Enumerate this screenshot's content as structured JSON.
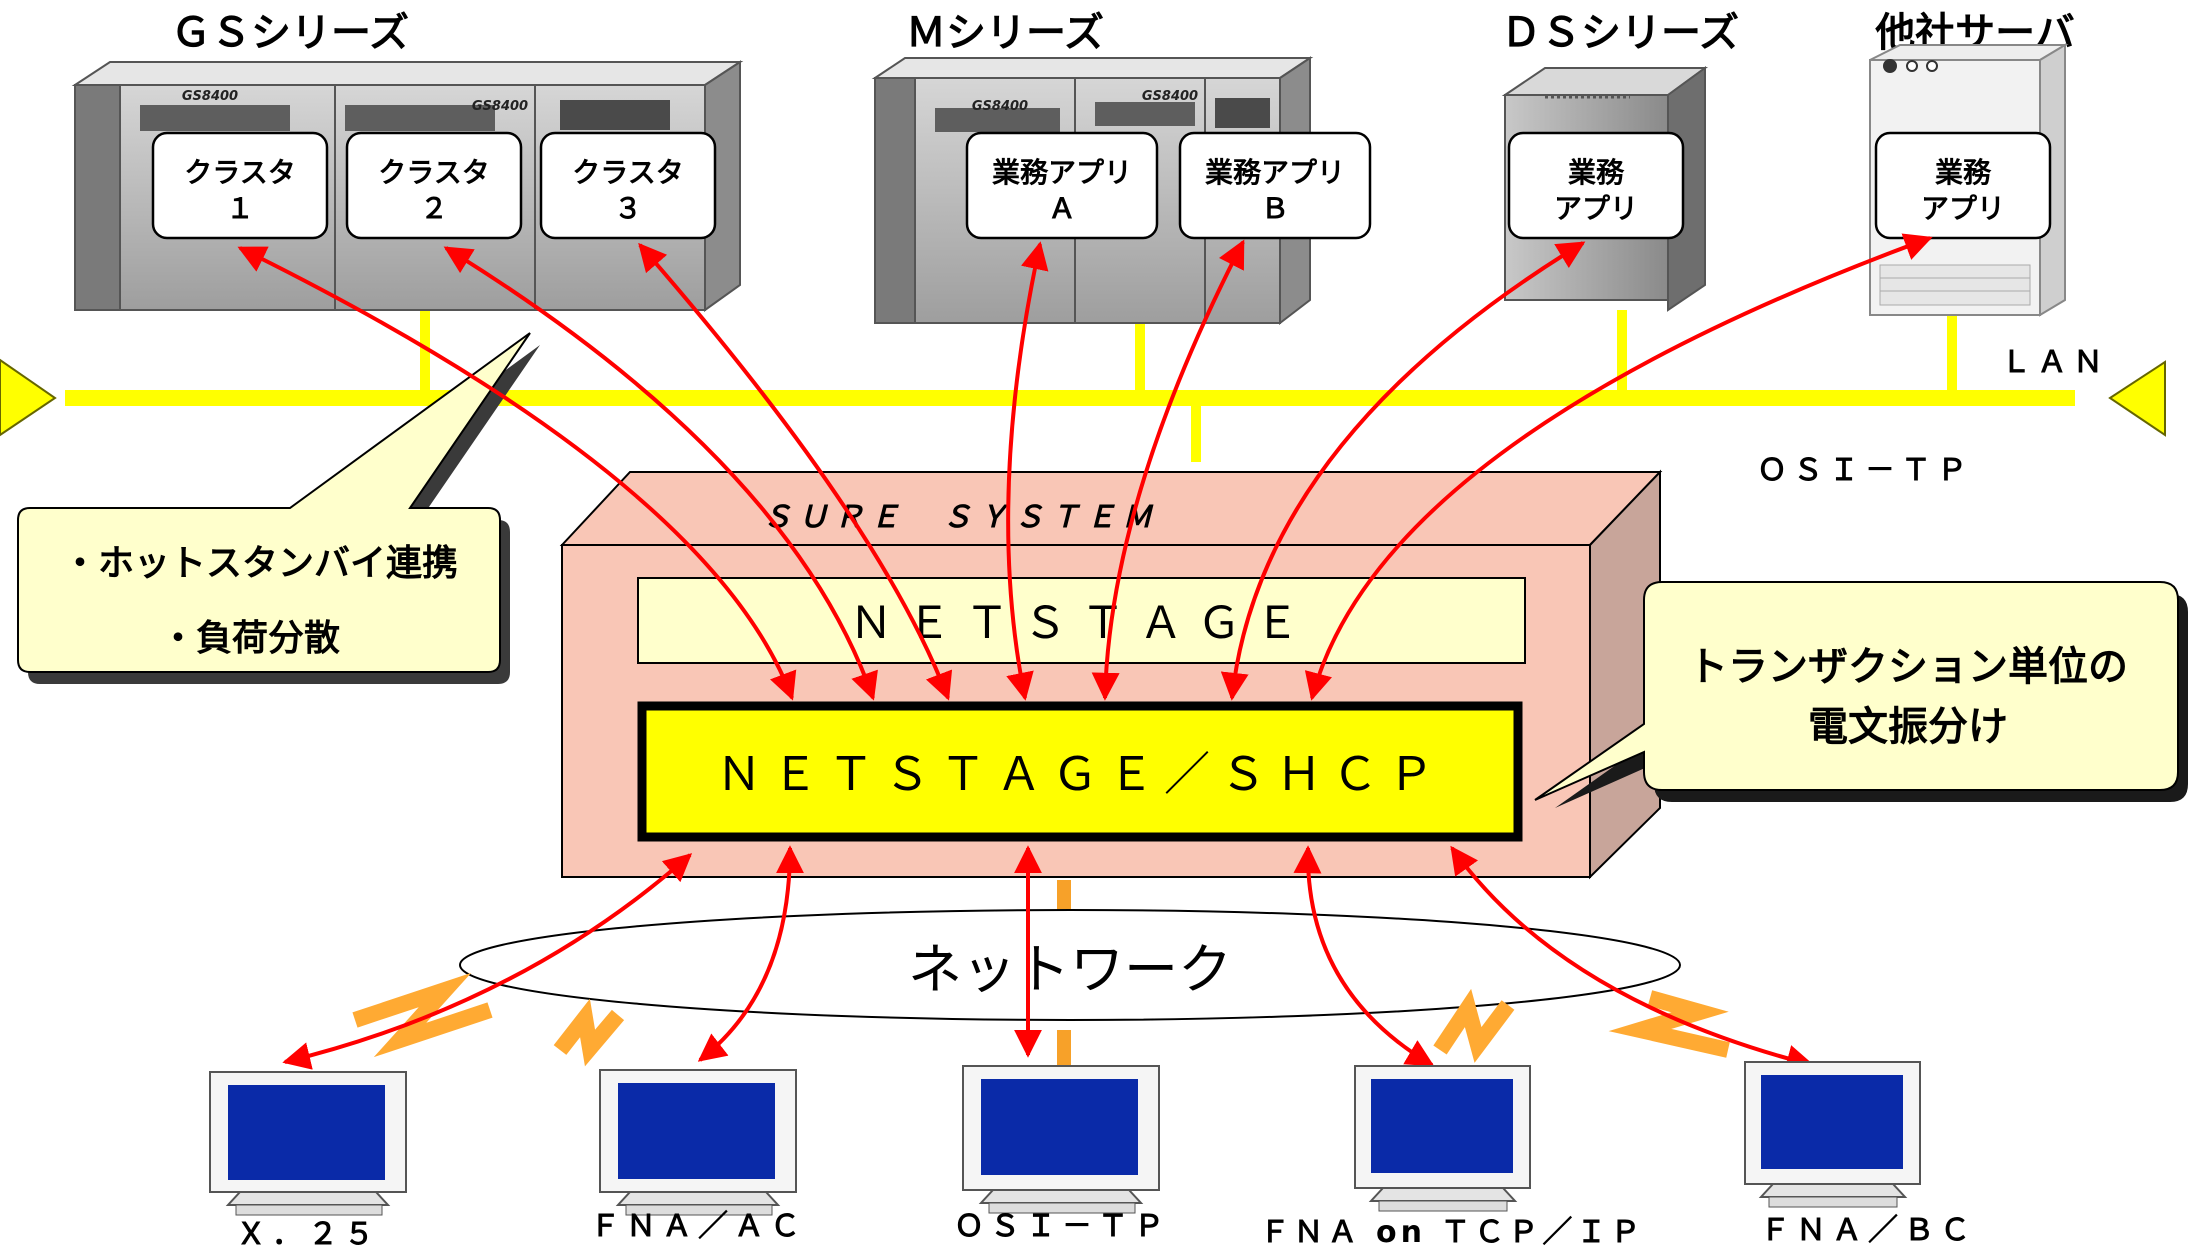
{
  "series_titles": {
    "gs": "ＧＳシリーズ",
    "m": "Ｍシリーズ",
    "ds": "ＤＳシリーズ",
    "other": "他社サーバ"
  },
  "gs_panel_label": "GS8400",
  "m_panel_label": "GS8400",
  "gs_boxes": [
    {
      "line1": "クラスタ",
      "line2": "１"
    },
    {
      "line1": "クラスタ",
      "line2": "２"
    },
    {
      "line1": "クラスタ",
      "line2": "３"
    }
  ],
  "m_boxes": [
    {
      "line1": "業務アプリ",
      "line2": "Ａ"
    },
    {
      "line1": "業務アプリ",
      "line2": "Ｂ"
    }
  ],
  "ds_box": {
    "line1": "業務",
    "line2": "アプリ"
  },
  "other_box": {
    "line1": "業務",
    "line2": "アプリ"
  },
  "lan_label": "ＬＡＮ",
  "osi_tp_label": "ＯＳＩ－ＴＰ",
  "sure_system_label": "ＳＵＲＥ　ＳＹＳＴＥＭ",
  "netstage_label": "ＮＥＴＳＴＡＧＥ",
  "shcp_label": "ＮＥＴＳＴＡＧＥ／ＳＨＣＰ",
  "callout_left": [
    "・ホットスタンバイ連携",
    "・負荷分散"
  ],
  "callout_right": [
    "トランザクション単位の",
    "電文振分け"
  ],
  "network_label": "ネットワーク",
  "terminals": [
    {
      "label": "Ｘ．２５"
    },
    {
      "label": "ＦＮＡ／ＡＣ"
    },
    {
      "label": "ＯＳＩ－ＴＰ"
    },
    {
      "label": "ＦＮＡ on ＴＣＰ／ＩＰ"
    },
    {
      "label": "ＦＮＡ／ＢＣ"
    }
  ],
  "colors": {
    "lan": "#ffff00",
    "arrow": "#ff0000",
    "sure_box": "#f9c6b6",
    "sure_side": "#c8a59a",
    "netstage_fill": "#ffffcc",
    "shcp_fill": "#ffff00",
    "callout_fill": "#ffffcc",
    "screen": "#0a2aa8",
    "lightning": "#ffaa33"
  }
}
